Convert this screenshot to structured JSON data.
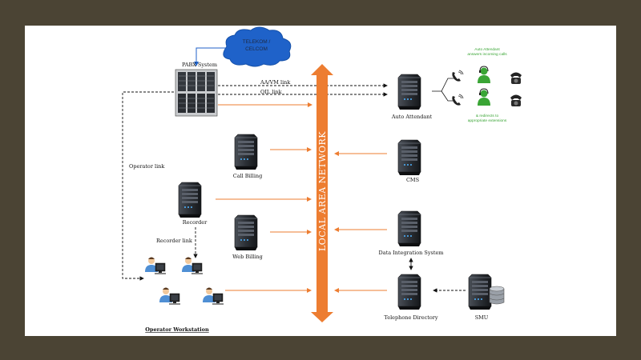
{
  "diagram": {
    "cloud_line1": "TELEKOM /",
    "cloud_line2": "CELCOM",
    "pabx_label": "PABX System",
    "aavm_link": "AA/VM link",
    "oil_link": "OIL link",
    "operator_link": "Operator link",
    "recorder_link": "Recorder link",
    "lan_label": "LOCAL AREA NETWORK",
    "call_billing": "Call Billing",
    "recorder": "Recorder",
    "web_billing": "Web Billing",
    "operator_workstation": "Operator Workstation",
    "auto_attendant": "Auto Attendant",
    "cms": "CMS",
    "data_integration": "Data Integration System",
    "telephone_directory": "Telephone Directory",
    "smu": "SMU",
    "aa_note_line1": "Auto Attendant",
    "aa_note_line2": "answers incoming calls",
    "aa_note_line3": "& redirects to",
    "aa_note_line4": "appropriate extensions"
  },
  "colors": {
    "background": "#4b4434",
    "orange": "#ed7d31",
    "cloud": "#1f62c9",
    "green": "#3aa535",
    "server": "#2b2f35"
  },
  "icons": [
    "cloud-icon",
    "pabx-cabinet-icon",
    "server-icon",
    "operator-workstation-icon",
    "phone-icon",
    "headset-agent-icon",
    "database-icon"
  ]
}
